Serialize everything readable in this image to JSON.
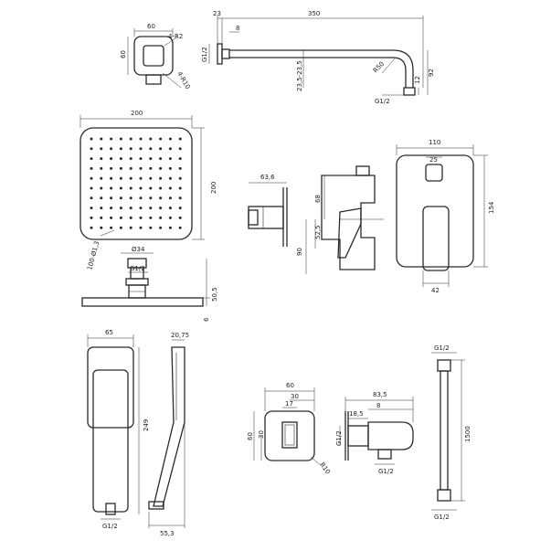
{
  "colors": {
    "ink": "#2a2a2a",
    "paper": "#ffffff"
  },
  "labels": {
    "wall_mount_width": "60",
    "wall_mount_height": "60",
    "wall_mount_radius_small": "4-R2",
    "wall_mount_radius_large": "4-R10",
    "arm_flange": "23",
    "arm_flange_inner": "8",
    "arm_length": "350",
    "arm_thread": "G1/2",
    "arm_offset": "23,5-23,5",
    "arm_bend_radius": "R50",
    "arm_drop": "92",
    "arm_tip": "12",
    "arm_outlet_thread": "G1/2",
    "head_width": "200",
    "head_height": "200",
    "head_corner": "100-Ø1,3",
    "head_pipe_diameter": "Ø34",
    "head_thread": "G1/2",
    "head_total_height": "50,5",
    "head_thickness": "6",
    "mixer_side_depth": "63,6",
    "mixer_spout_offset": "68",
    "mixer_center": "52,5",
    "mixer_height": "90",
    "plate_width": "110",
    "plate_window": "25",
    "plate_height": "154",
    "plate_lever": "42",
    "hand_width": "65",
    "hand_depth": "20,75",
    "hand_length": "249",
    "hand_thread": "G1/2",
    "hand_reach": "55,3",
    "elbow_width": "60",
    "elbow_mid": "30",
    "elbow_inner": "17",
    "elbow_height": "60",
    "elbow_height_mid": "30",
    "elbow_radius": "R10",
    "holder_length": "83,5",
    "holder_inner": "8",
    "holder_width": "18,5",
    "holder_thread_left": "G1/2",
    "holder_thread_bottom": "G1/2",
    "hose_thread_top": "G1/2",
    "hose_length": "1500",
    "hose_thread_bottom": "G1/2"
  }
}
